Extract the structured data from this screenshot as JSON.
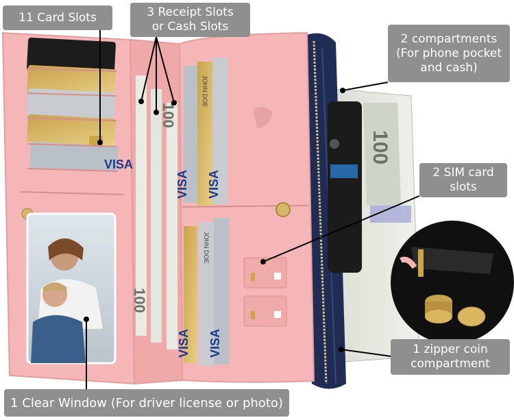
{
  "callouts": {
    "card_slots": "11 Card Slots",
    "receipt_line1": "3 Receipt Slots",
    "receipt_line2": "or Cash Slots",
    "compartments_line1": "2 compartments",
    "compartments_line2": "(For phone pocket",
    "compartments_line3": "and cash)",
    "sim_line1": "2 SIM card",
    "sim_line2": "slots",
    "coin_line1": "1 zipper coin",
    "coin_line2": "compartment",
    "window": "1 Clear Window (For driver license or photo)"
  },
  "card_text": {
    "visa": "VISA",
    "name": "JOHN DOE",
    "bill": "100"
  },
  "colors": {
    "wallet_pink": "#f4b6b6",
    "wallet_edge": "#e39d9d",
    "zipper_navy": "#1f2d55",
    "callout_gray": "#8f8f8f"
  }
}
